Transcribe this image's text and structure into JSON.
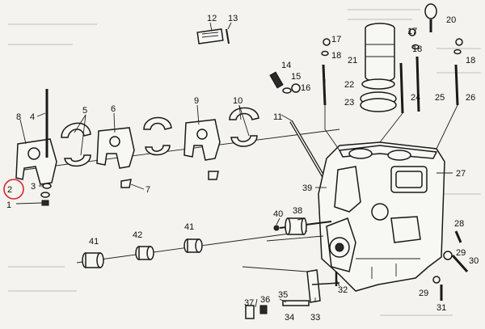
{
  "diagram": {
    "callouts": [
      "1",
      "2",
      "3",
      "4",
      "5",
      "6",
      "7",
      "8",
      "9",
      "10",
      "11",
      "12",
      "13",
      "14",
      "15",
      "16",
      "17",
      "17",
      "18",
      "18",
      "18",
      "20",
      "21",
      "22",
      "23",
      "24",
      "25",
      "26",
      "27",
      "28",
      "29",
      "29",
      "30",
      "31",
      "32",
      "33",
      "34",
      "35",
      "36",
      "37",
      "38",
      "39",
      "40",
      "41",
      "41",
      "42"
    ],
    "highlighted_callout": "2",
    "highlight_color": "#d8262c",
    "ink_color": "#1a1a1a",
    "paper_color": "#f4f3ef"
  }
}
